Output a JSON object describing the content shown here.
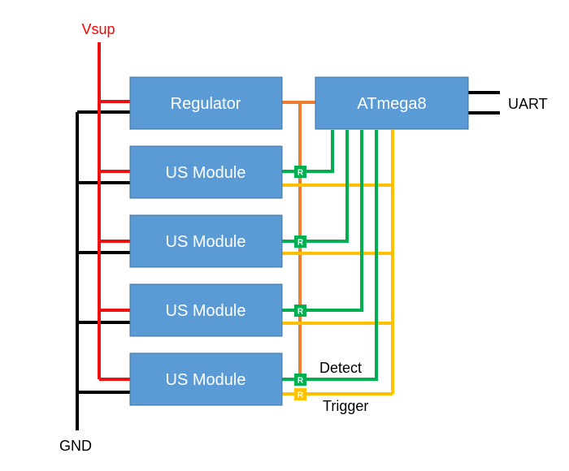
{
  "labels": {
    "vsup": "Vsup",
    "gnd": "GND",
    "uart": "UART",
    "detect": "Detect",
    "trigger": "Trigger"
  },
  "blocks": {
    "regulator": "Regulator",
    "mcu": "ATmega8",
    "modules": [
      "US Module",
      "US Module",
      "US Module",
      "US Module"
    ]
  },
  "resistor_label": "R",
  "colors": {
    "vsup": "#ee1111",
    "gnd": "#000000",
    "regulated": "#ed7d31",
    "detect": "#00b050",
    "trigger": "#ffc000",
    "block_fill": "#5b9bd5",
    "block_stroke": "#41719c",
    "block_text": "#ffffff",
    "vsup_text": "#ff0000"
  }
}
